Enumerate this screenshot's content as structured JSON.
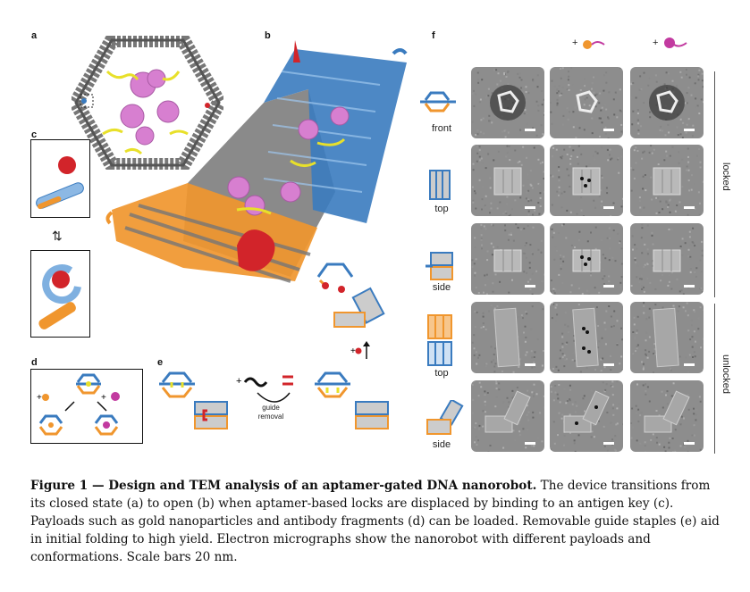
{
  "figure": {
    "panel_letters": {
      "a": "a",
      "b": "b",
      "c": "c",
      "d": "d",
      "e": "e",
      "f": "f"
    },
    "panel_e": {
      "guide_label_line1": "guide",
      "guide_label_line2": "removal"
    },
    "panel_f": {
      "row_labels": [
        "front",
        "top",
        "side",
        "top",
        "side"
      ],
      "group_labels": {
        "locked": "locked",
        "unlocked": "unlocked"
      },
      "column_header_plus": "+"
    },
    "colors": {
      "blue": "#3a7bbf",
      "orange": "#f0962e",
      "grey": "#6f6f6f",
      "pink": "#d77fd0",
      "yellow": "#e8e02a",
      "red": "#d2242a"
    }
  },
  "caption": {
    "title": "Figure 1 — Design and TEM analysis of an aptamer-gated DNA nanorobot.",
    "body": " The device transitions from its closed state (a) to open (b) when aptamer-based locks are displaced by binding to an antigen key (c). Payloads such as gold nanoparticles and antibody fragments (d) can be loaded. Removable guide staples (e) aid in initial folding to high yield. Electron micrographs show the nanorobot with different payloads and conformations. Scale bars 20 nm."
  }
}
